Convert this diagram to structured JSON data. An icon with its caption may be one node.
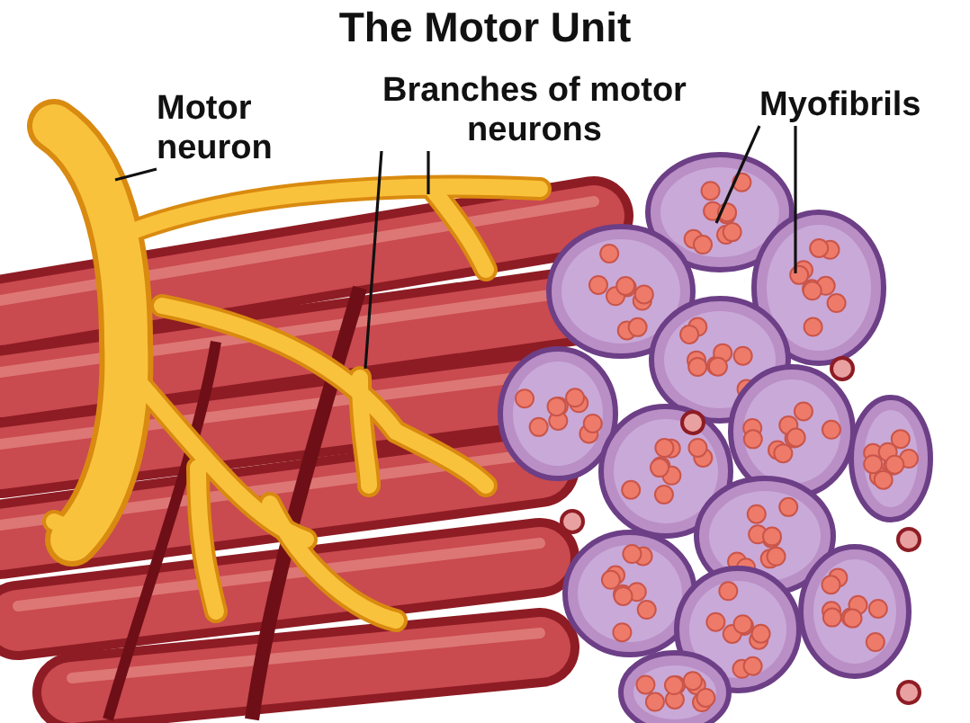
{
  "diagram": {
    "title": "The Motor Unit",
    "nodes": [
      {
        "text": [
          "Motor neuron"
        ]
      },
      {
        "text": [
          "Branches of motor neurons"
        ]
      },
      {
        "text": [
          "Myofibrils"
        ]
      }
    ],
    "edges": [
      {
        "from": 0,
        "to": null,
        "arrow": "none"
      },
      {
        "from": 1,
        "to": null,
        "arrow": "none"
      },
      {
        "from": 1,
        "to": null,
        "arrow": "none"
      },
      {
        "from": 2,
        "to": null,
        "arrow": "none"
      },
      {
        "from": 2,
        "to": null,
        "arrow": "none"
      }
    ]
  }
}
